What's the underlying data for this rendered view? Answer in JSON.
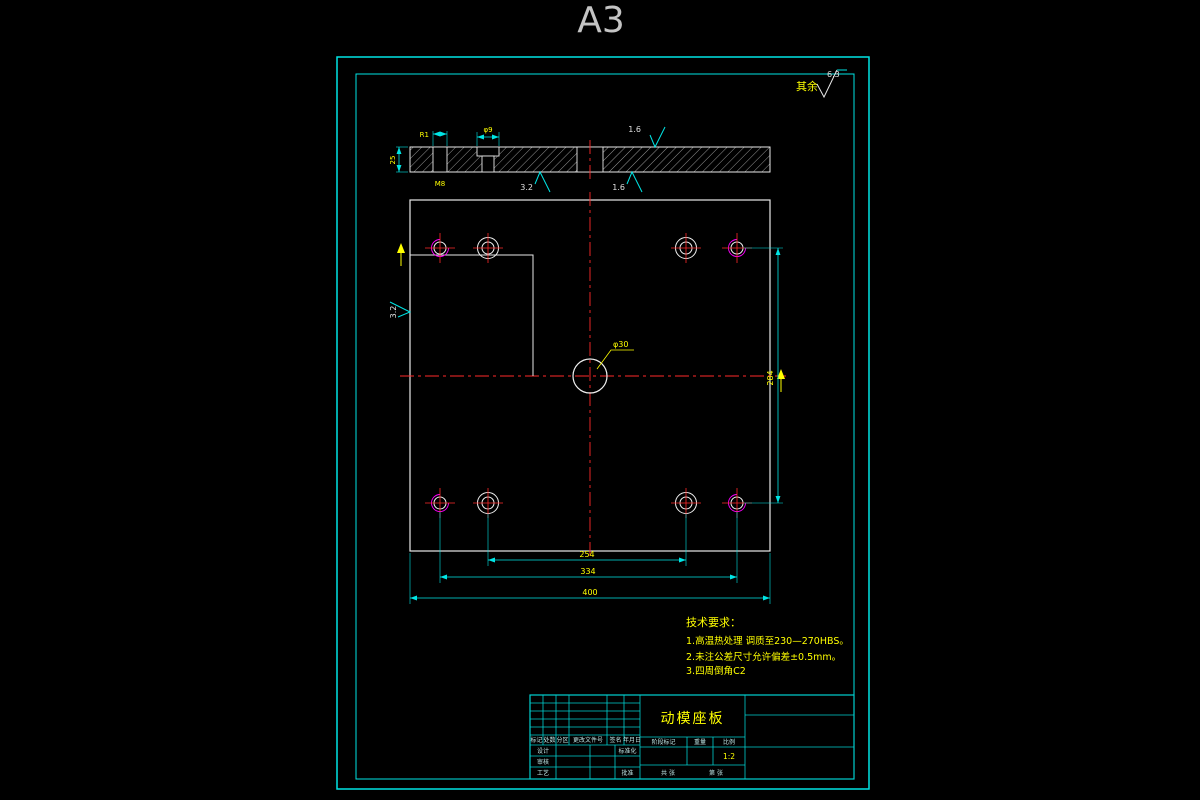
{
  "sheet": {
    "size": "A3"
  },
  "surface": {
    "general_prefix": "其余",
    "general_value": "6.3",
    "section_top": "1.6",
    "section_bottom_left": "3.2",
    "section_bottom_right": "1.6",
    "plan_left": "3.2"
  },
  "section_view": {
    "thickness": "25",
    "fillet": "R1",
    "thread": "M8",
    "hole": "φ9"
  },
  "plan_view": {
    "center_hole": "φ30",
    "dim_inner": "254",
    "dim_outer": "334",
    "dim_width": "400",
    "dim_vertical": "284"
  },
  "tech_requirements": {
    "title": "技术要求：",
    "items": [
      "1.高温热处理 调质至230—270HBS。",
      "2.未注公差尺寸允许偏差±0.5mm。",
      "3.四周倒角C2"
    ]
  },
  "title_block": {
    "part_name": "动模座板",
    "rev_headers": {
      "mark": "标记",
      "count": "处数",
      "zone": "分区",
      "doc_no": "更改文件号",
      "sign": "签名",
      "date": "年月日"
    },
    "roles": {
      "design": "设计",
      "standardize": "标准化",
      "check": "审核",
      "process": "工艺",
      "approve": "批准"
    },
    "stage_label": "阶段标记",
    "weight_label": "重量",
    "scale_label": "比例",
    "scale_value": "1:2",
    "sheets_total": "共 张",
    "sheet_no": "第 张"
  }
}
